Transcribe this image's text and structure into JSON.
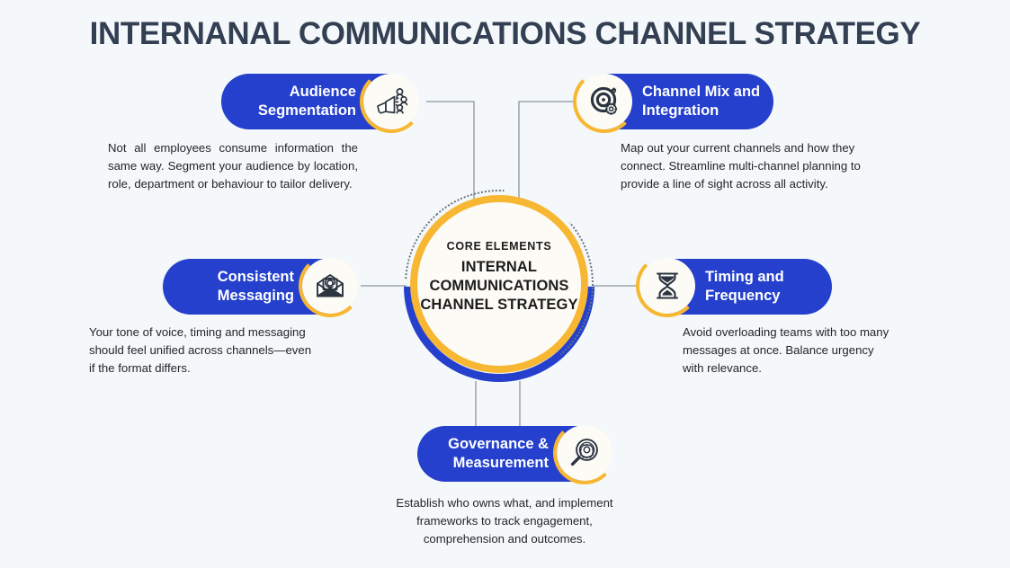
{
  "page": {
    "title": "INTERNANAL COMMUNICATIONS CHANNEL STRATEGY",
    "background_color": "#f4f8fa",
    "title_color": "#333f52"
  },
  "palette": {
    "blue": "#2440cd",
    "gold": "#f7b733",
    "cream": "#fdfbf5",
    "body_text": "#22262b",
    "connector": "#8d949c"
  },
  "hub": {
    "eyebrow": "CORE ELEMENTS",
    "line1": "INTERNAL",
    "line2": "COMMUNICATIONS",
    "line3": "CHANNEL STRATEGY"
  },
  "nodes": [
    {
      "id": "audience-segmentation",
      "label": "Audience\nSegmentation",
      "icon": "megaphone-audience-icon",
      "description": "Not all employees consume information the same way. Segment your audience by location, role, department or behaviour to tailor delivery."
    },
    {
      "id": "channel-mix-and-integration",
      "label": "Channel Mix and\nIntegration",
      "icon": "target-bullseye-icon",
      "description": "Map out your current channels and how they connect. Streamline multi-channel planning to provide a line of sight across all activity."
    },
    {
      "id": "consistent-messaging",
      "label": "Consistent\nMessaging",
      "icon": "envelope-at-icon",
      "description": "Your tone of voice, timing and messaging should feel unified across channels—even if the format differs."
    },
    {
      "id": "timing-and-frequency",
      "label": "Timing and\nFrequency",
      "icon": "hourglass-icon",
      "description": "Avoid overloading teams with too many messages at once. Balance urgency with relevance."
    },
    {
      "id": "governance-and-measurement",
      "label": "Governance &\nMeasurement",
      "icon": "magnifier-gear-icon",
      "description": "Establish who owns what, and implement frameworks to track engagement, comprehension and outcomes."
    }
  ]
}
